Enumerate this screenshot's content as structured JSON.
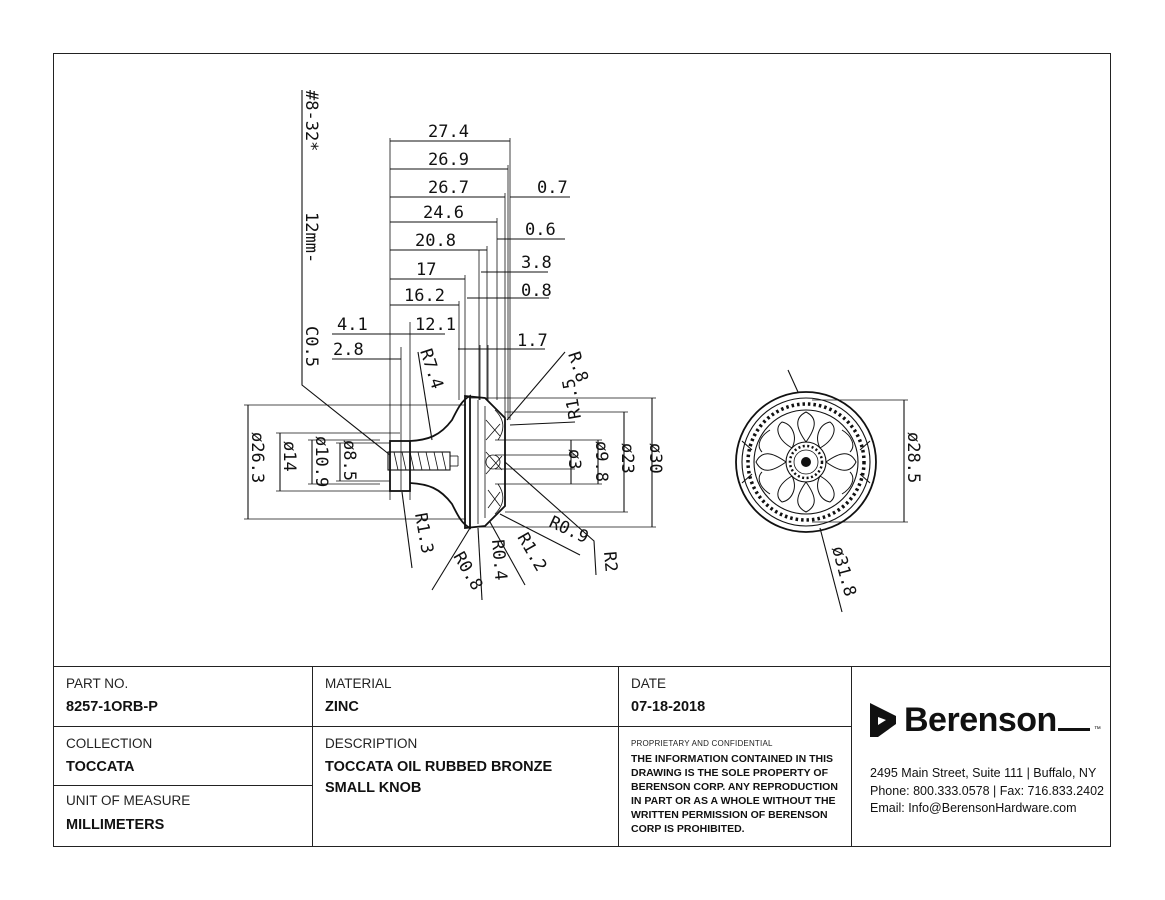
{
  "drawing": {
    "thread_label": "#8-32*",
    "thread_length": "12mm-",
    "chamfer": "C0.5",
    "top_dims": [
      "27.4",
      "26.9",
      "26.7",
      "24.6",
      "20.8",
      "17",
      "16.2",
      "12.1"
    ],
    "right_dims": [
      "0.7",
      "0.6",
      "3.8",
      "0.8",
      "1.7"
    ],
    "left_dims": [
      "4.1",
      "2.8"
    ],
    "radii": [
      "R7.4",
      "R.8",
      "R1.5",
      "R1.3",
      "R0.8",
      "R0.4",
      "R1.2",
      "R0.9",
      "R2"
    ],
    "diameters_left": [
      "ø26.3",
      "ø14",
      "ø10.9",
      "ø8.5"
    ],
    "diameters_right": [
      "ø9.8",
      "ø3",
      "ø23",
      "ø30"
    ],
    "front_view_dims": [
      "ø28.5",
      "ø31.8"
    ]
  },
  "title_block": {
    "part_no": {
      "label": "PART NO.",
      "value": "8257-1ORB-P"
    },
    "material": {
      "label": "MATERIAL",
      "value": "ZINC"
    },
    "date": {
      "label": "DATE",
      "value": "07-18-2018"
    },
    "collection": {
      "label": "COLLECTION",
      "value": "TOCCATA"
    },
    "description": {
      "label": "DESCRIPTION",
      "value_line1": "TOCCATA OIL RUBBED BRONZE",
      "value_line2": "SMALL KNOB"
    },
    "unit": {
      "label": "UNIT OF MEASURE",
      "value": "MILLIMETERS"
    },
    "proprietary": {
      "heading": "PROPRIETARY AND CONFIDENTIAL",
      "text": "THE INFORMATION CONTAINED IN THIS DRAWING IS THE SOLE PROPERTY OF BERENSON CORP. ANY REPRODUCTION IN PART OR AS A WHOLE WITHOUT THE WRITTEN PERMISSION OF BERENSON CORP IS PROHIBITED."
    },
    "company": {
      "name": "Berenson",
      "trademark": "™",
      "address": "2495 Main Street, Suite 111 | Buffalo, NY",
      "phone": "Phone: 800.333.0578 | Fax: 716.833.2402",
      "email": "Email: Info@BerensonHardware.com"
    }
  }
}
